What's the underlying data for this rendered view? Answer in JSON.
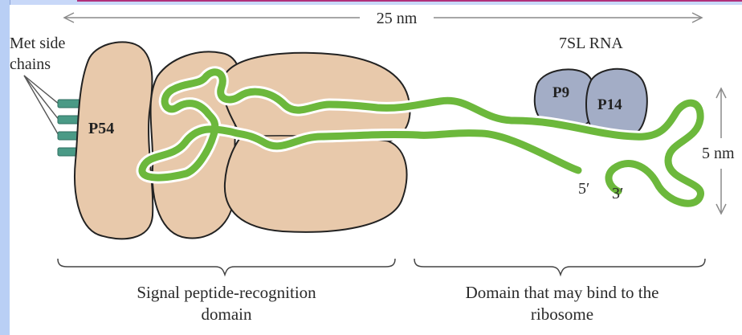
{
  "diagram": {
    "scale_top": "25 nm",
    "scale_right": "5 nm",
    "met_label_line1": "Met side",
    "met_label_line2": "chains",
    "rna_label": "7SL RNA",
    "protein_p54": "P54",
    "protein_p9": "P9",
    "protein_p14": "P14",
    "end_5": "5′",
    "end_3": "3′",
    "domain_left_line1": "Signal peptide-recognition",
    "domain_left_line2": "domain",
    "domain_right_line1": "Domain that may bind to the",
    "domain_right_line2": "ribosome"
  },
  "colors": {
    "protein_fill": "#e8c9ab",
    "protein_small_fill": "#a3adc6",
    "rna_green": "#6cb83c",
    "met_chain": "#4a9a86",
    "background_strip": "#c8d8f8",
    "frame_accent": "#b0307a"
  }
}
